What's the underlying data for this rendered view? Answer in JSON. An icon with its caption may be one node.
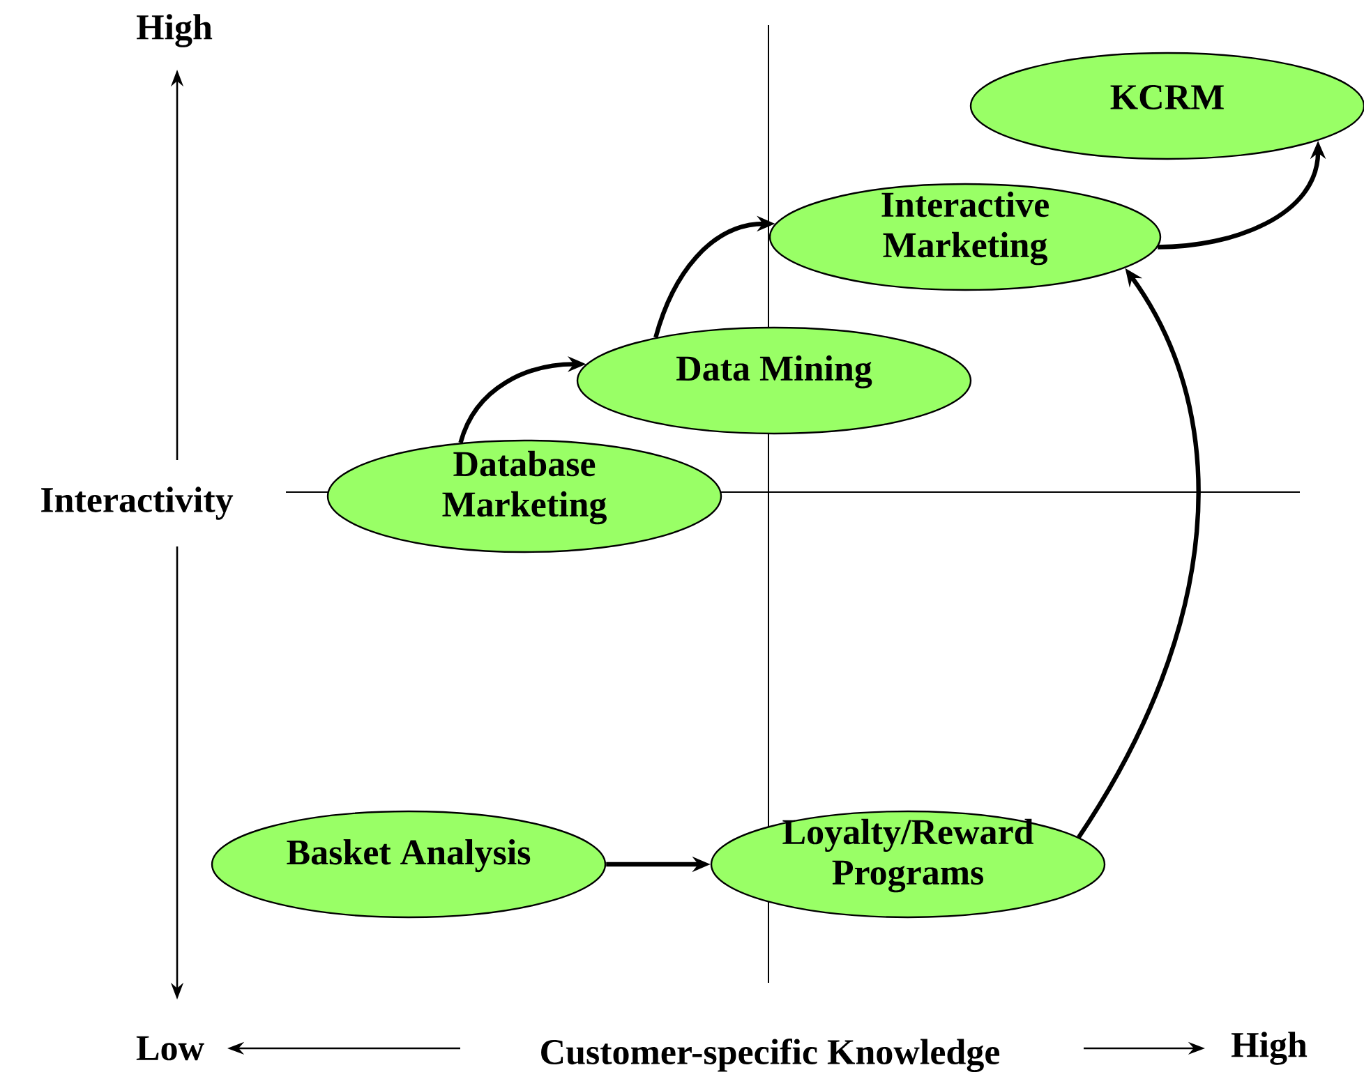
{
  "diagram": {
    "nodes": [
      {
        "text": [
          "KCRM"
        ]
      },
      {
        "text": [
          "Interactive Marketing"
        ]
      },
      {
        "text": [
          "Data Mining"
        ]
      },
      {
        "text": [
          "Database Marketing"
        ]
      },
      {
        "text": [
          "Basket Analysis"
        ]
      },
      {
        "text": [
          "Loyalty/Reward Programs"
        ]
      }
    ],
    "edges": [
      {
        "from": 3,
        "to": 2,
        "arrow": "to"
      },
      {
        "from": 2,
        "to": 1,
        "arrow": "to"
      },
      {
        "from": 1,
        "to": 0,
        "arrow": "to"
      },
      {
        "from": 4,
        "to": 5,
        "arrow": "to"
      },
      {
        "from": 5,
        "to": 1,
        "arrow": "to"
      }
    ],
    "labels": [
      "High",
      "Interactivity",
      "Low",
      "Customer-specific Knowledge",
      "High"
    ]
  }
}
